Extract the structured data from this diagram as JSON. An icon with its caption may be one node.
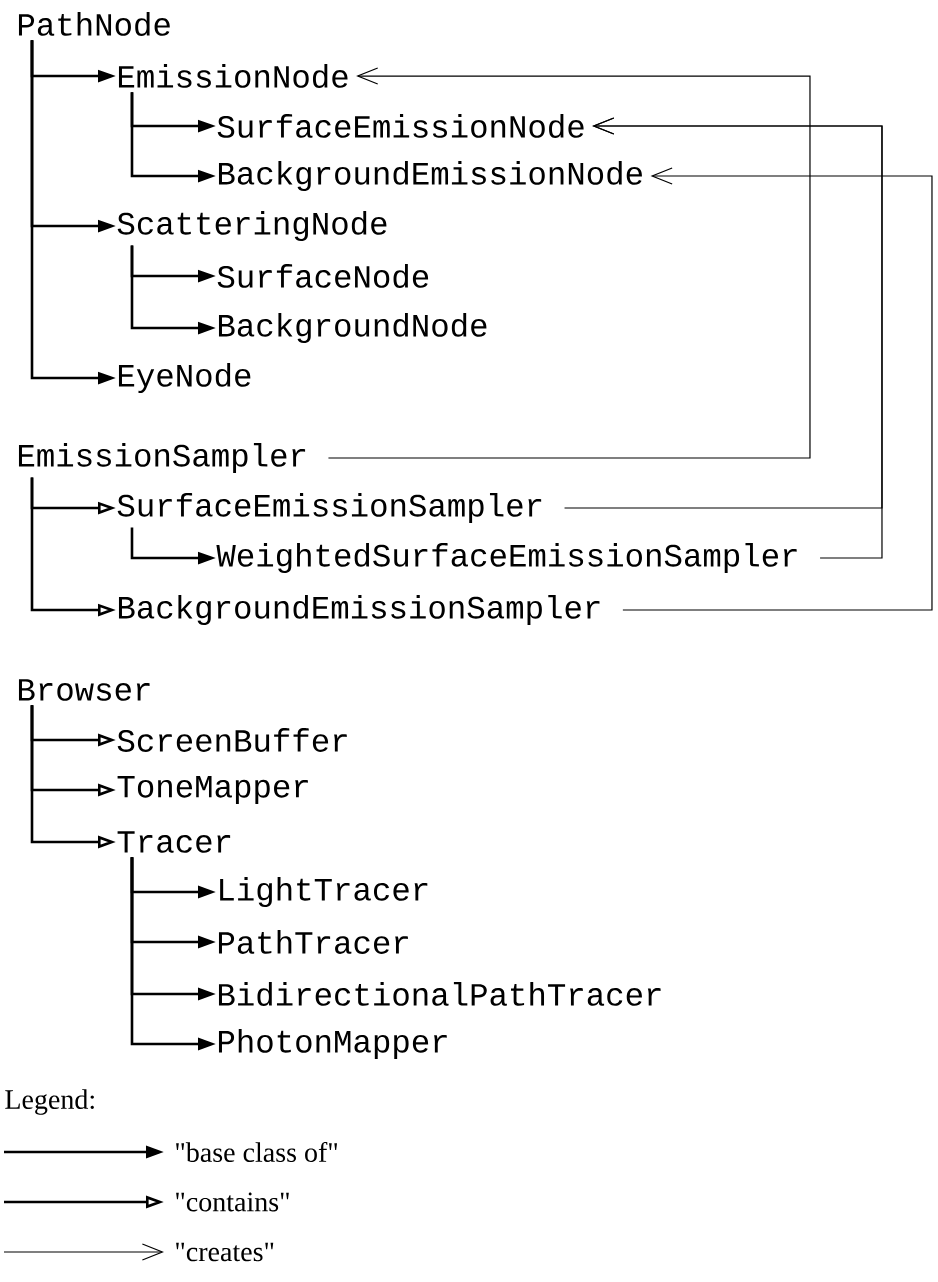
{
  "diagram": {
    "nodes": [
      {
        "text": [
          "PathNode"
        ]
      },
      {
        "text": [
          "EmissionNode"
        ]
      },
      {
        "text": [
          "SurfaceEmissionNode"
        ]
      },
      {
        "text": [
          "BackgroundEmissionNode"
        ]
      },
      {
        "text": [
          "ScatteringNode"
        ]
      },
      {
        "text": [
          "SurfaceNode"
        ]
      },
      {
        "text": [
          "BackgroundNode"
        ]
      },
      {
        "text": [
          "EyeNode"
        ]
      },
      {
        "text": [
          "EmissionSampler"
        ]
      },
      {
        "text": [
          "SurfaceEmissionSampler"
        ]
      },
      {
        "text": [
          "WeightedSurfaceEmissionSampler"
        ]
      },
      {
        "text": [
          "BackgroundEmissionSampler"
        ]
      },
      {
        "text": [
          "Browser"
        ]
      },
      {
        "text": [
          "ScreenBuffer"
        ]
      },
      {
        "text": [
          "ToneMapper"
        ]
      },
      {
        "text": [
          "Tracer"
        ]
      },
      {
        "text": [
          "LightTracer"
        ]
      },
      {
        "text": [
          "PathTracer"
        ]
      },
      {
        "text": [
          "BidirectionalPathTracer"
        ]
      },
      {
        "text": [
          "PhotonMapper"
        ]
      }
    ],
    "edges": [
      {
        "from": 0,
        "to": 1,
        "arrow": "to"
      },
      {
        "from": 1,
        "to": 2,
        "arrow": "to"
      },
      {
        "from": 1,
        "to": 3,
        "arrow": "to"
      },
      {
        "from": 0,
        "to": 4,
        "arrow": "to"
      },
      {
        "from": 4,
        "to": 5,
        "arrow": "to"
      },
      {
        "from": 4,
        "to": 6,
        "arrow": "to"
      },
      {
        "from": 0,
        "to": 7,
        "arrow": "to"
      },
      {
        "from": 8,
        "to": 9,
        "arrow": "to"
      },
      {
        "from": 9,
        "to": 10,
        "arrow": "to"
      },
      {
        "from": 8,
        "to": 11,
        "arrow": "to"
      },
      {
        "from": 12,
        "to": 13,
        "arrow": "to"
      },
      {
        "from": 12,
        "to": 14,
        "arrow": "to"
      },
      {
        "from": 12,
        "to": 15,
        "arrow": "to"
      },
      {
        "from": 15,
        "to": 16,
        "arrow": "to"
      },
      {
        "from": 15,
        "to": 17,
        "arrow": "to"
      },
      {
        "from": 15,
        "to": 18,
        "arrow": "to"
      },
      {
        "from": 15,
        "to": 19,
        "arrow": "to"
      },
      {
        "from": 8,
        "to": 1,
        "arrow": "to"
      },
      {
        "from": 9,
        "to": 2,
        "arrow": "to"
      },
      {
        "from": 10,
        "to": 2,
        "arrow": "to"
      },
      {
        "from": 11,
        "to": 3,
        "arrow": "to"
      }
    ],
    "labels": [
      "Legend:"
    ],
    "legend": [
      {
        "text": "\"base class of\""
      },
      {
        "text": "\"contains\""
      },
      {
        "text": "\"creates\""
      }
    ]
  }
}
